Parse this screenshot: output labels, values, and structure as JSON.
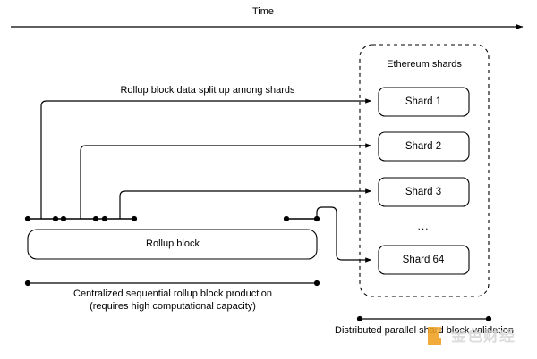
{
  "diagram": {
    "title_axis": "Time",
    "shards_container_label": "Ethereum shards",
    "rollup_block_label": "Rollup block",
    "split_label": "Rollup block data split up among shards",
    "ellipsis": "...",
    "shards": [
      {
        "label": "Shard 1"
      },
      {
        "label": "Shard 2"
      },
      {
        "label": "Shard 3"
      },
      {
        "label": "Shard 64"
      }
    ],
    "captions": {
      "left_line1": "Centralized sequential rollup block production",
      "left_line2": "(requires high computational capacity)",
      "right_line1": "Distributed parallel shard block validation"
    },
    "watermark": {
      "text": "金色财经",
      "logo_color": "#f0a020",
      "text_color": "#d8d8d8"
    },
    "colors": {
      "stroke": "#000000",
      "box_fill": "#ffffff",
      "background": "#ffffff"
    }
  }
}
